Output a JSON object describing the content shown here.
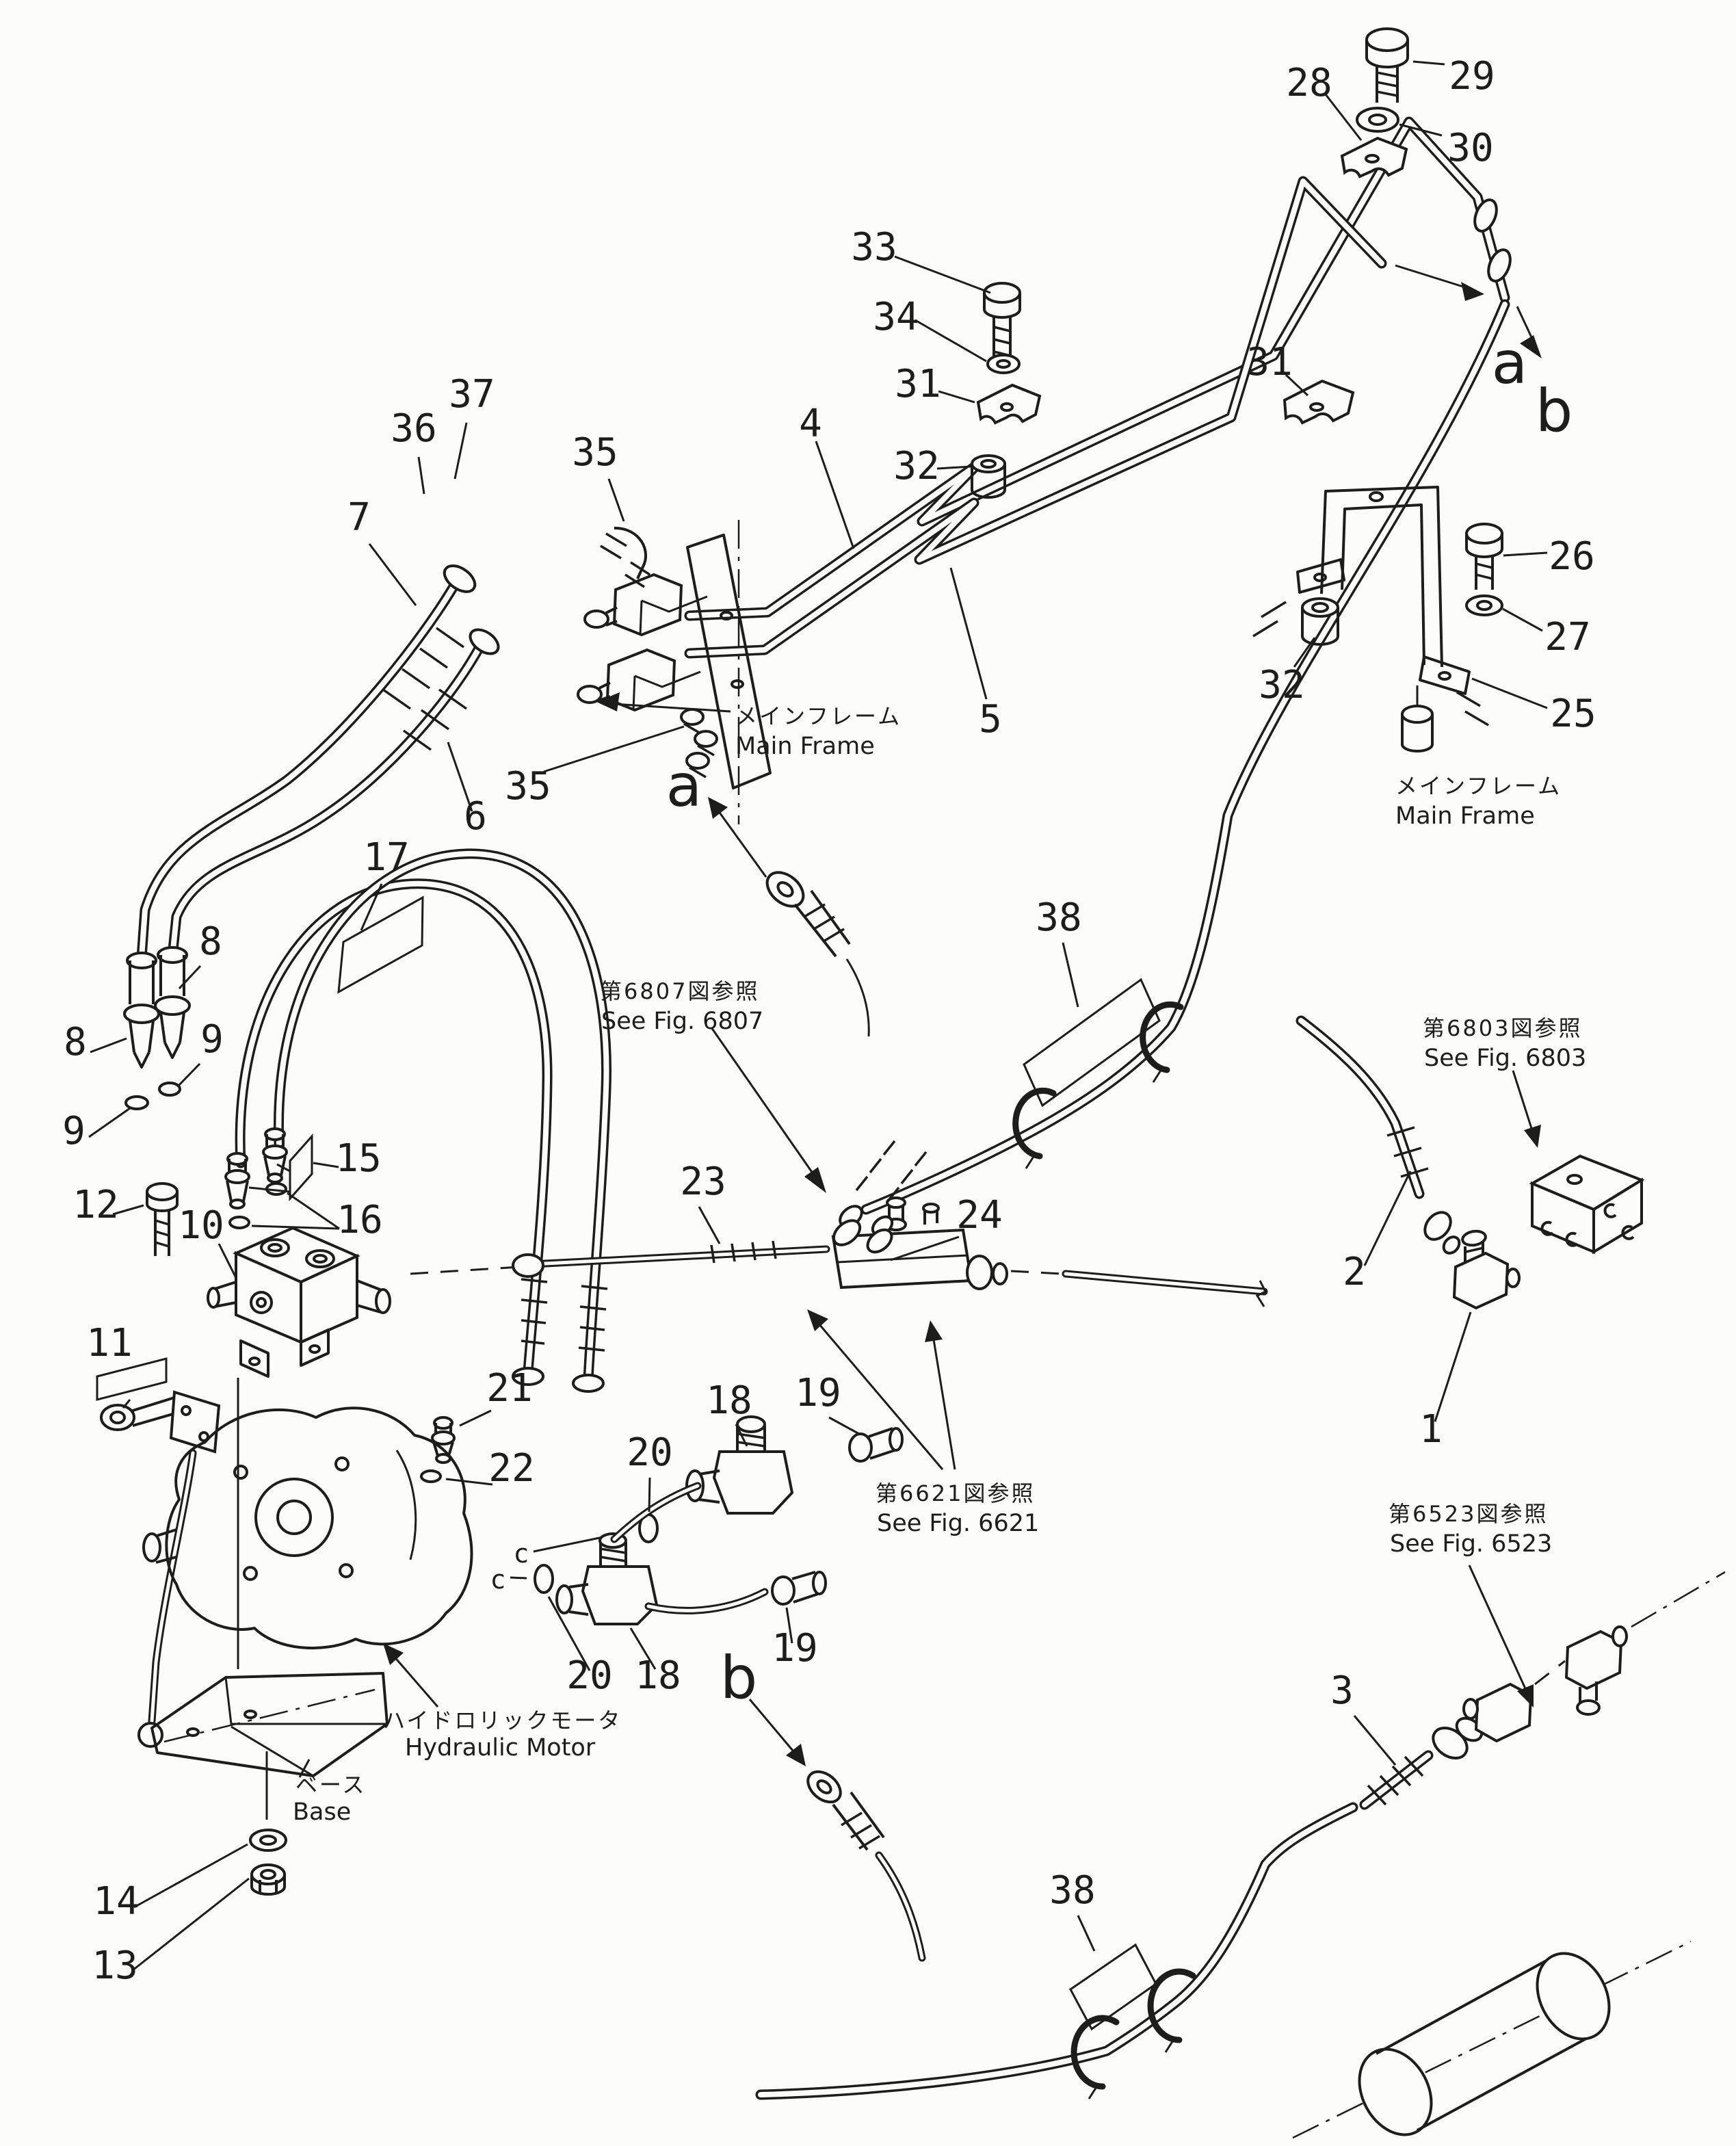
{
  "colors": {
    "ink": "#1d1d1b",
    "paper": "#fcfcfa"
  },
  "callouts": {
    "n1": {
      "text": "1"
    },
    "n2": {
      "text": "2"
    },
    "n3": {
      "text": "3"
    },
    "n4": {
      "text": "4"
    },
    "n5": {
      "text": "5"
    },
    "n6": {
      "text": "6"
    },
    "n7": {
      "text": "7"
    },
    "n8a": {
      "text": "8"
    },
    "n8b": {
      "text": "8"
    },
    "n9a": {
      "text": "9"
    },
    "n9b": {
      "text": "9"
    },
    "n10": {
      "text": "10"
    },
    "n11": {
      "text": "11"
    },
    "n12": {
      "text": "12"
    },
    "n13": {
      "text": "13"
    },
    "n14": {
      "text": "14"
    },
    "n15": {
      "text": "15"
    },
    "n16": {
      "text": "16"
    },
    "n17": {
      "text": "17"
    },
    "n18a": {
      "text": "18"
    },
    "n18b": {
      "text": "18"
    },
    "n19a": {
      "text": "19"
    },
    "n19b": {
      "text": "19"
    },
    "n20a": {
      "text": "20"
    },
    "n20b": {
      "text": "20"
    },
    "n21": {
      "text": "21"
    },
    "n22": {
      "text": "22"
    },
    "n23": {
      "text": "23"
    },
    "n24": {
      "text": "24"
    },
    "n25": {
      "text": "25"
    },
    "n26": {
      "text": "26"
    },
    "n27": {
      "text": "27"
    },
    "n28": {
      "text": "28"
    },
    "n29": {
      "text": "29"
    },
    "n30": {
      "text": "30"
    },
    "n31a": {
      "text": "31"
    },
    "n31b": {
      "text": "31"
    },
    "n32a": {
      "text": "32"
    },
    "n32b": {
      "text": "32"
    },
    "n33": {
      "text": "33"
    },
    "n34": {
      "text": "34"
    },
    "n35a": {
      "text": "35"
    },
    "n35b": {
      "text": "35"
    },
    "n36": {
      "text": "36"
    },
    "n37": {
      "text": "37"
    },
    "n38a": {
      "text": "38"
    },
    "n38b": {
      "text": "38"
    }
  },
  "view_labels": {
    "a_top": {
      "text": "a"
    },
    "b_top": {
      "text": "b"
    },
    "a_mid": {
      "text": "a"
    },
    "b_bottom": {
      "text": "b"
    }
  },
  "port_labels": {
    "c1": {
      "text": "c"
    },
    "c2": {
      "text": "c"
    }
  },
  "annotations": {
    "main_frame_top": {
      "jp": "メインフレーム",
      "en": "Main Frame"
    },
    "main_frame_right": {
      "jp": "メインフレーム",
      "en": "Main Frame"
    },
    "see_fig_6807": {
      "jp": "第6807図参照",
      "en": "See Fig. 6807"
    },
    "see_fig_6803": {
      "jp": "第6803図参照",
      "en": "See Fig. 6803"
    },
    "see_fig_6621": {
      "jp": "第6621図参照",
      "en": "See Fig. 6621"
    },
    "see_fig_6523": {
      "jp": "第6523図参照",
      "en": "See Fig. 6523"
    },
    "hydraulic_motor": {
      "jp": "ハイドロリックモータ",
      "en": "Hydraulic Motor"
    },
    "base": {
      "jp": "ベース",
      "en": "Base"
    }
  }
}
